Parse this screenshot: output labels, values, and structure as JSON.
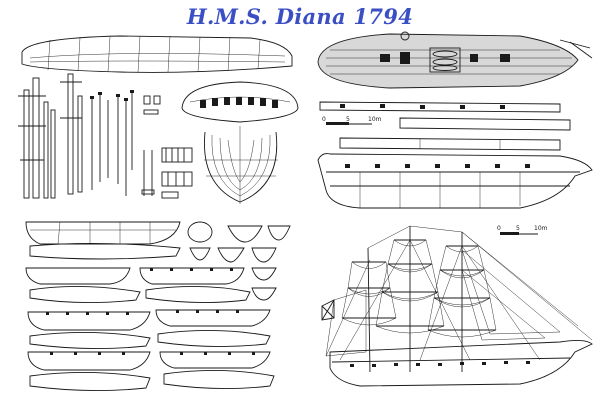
{
  "title": "H.M.S. Diana 1794",
  "scale_bars": [
    {
      "labels": [
        "0",
        "5",
        "10m"
      ]
    },
    {
      "labels": [
        "0",
        "5",
        "10m"
      ]
    }
  ],
  "ink_color": "#1a1a1a",
  "title_color": "#3a4fc4",
  "panels": {
    "rigging_details": "masts, spars, yards and fittings",
    "hull_lines": "body plan and half-breadth",
    "deck_plan": "upper deck plan and profiles",
    "ships_boats": "longboats, launches, cutters and jolly boats",
    "sail_plan": "full-rigged frigate under sail"
  }
}
